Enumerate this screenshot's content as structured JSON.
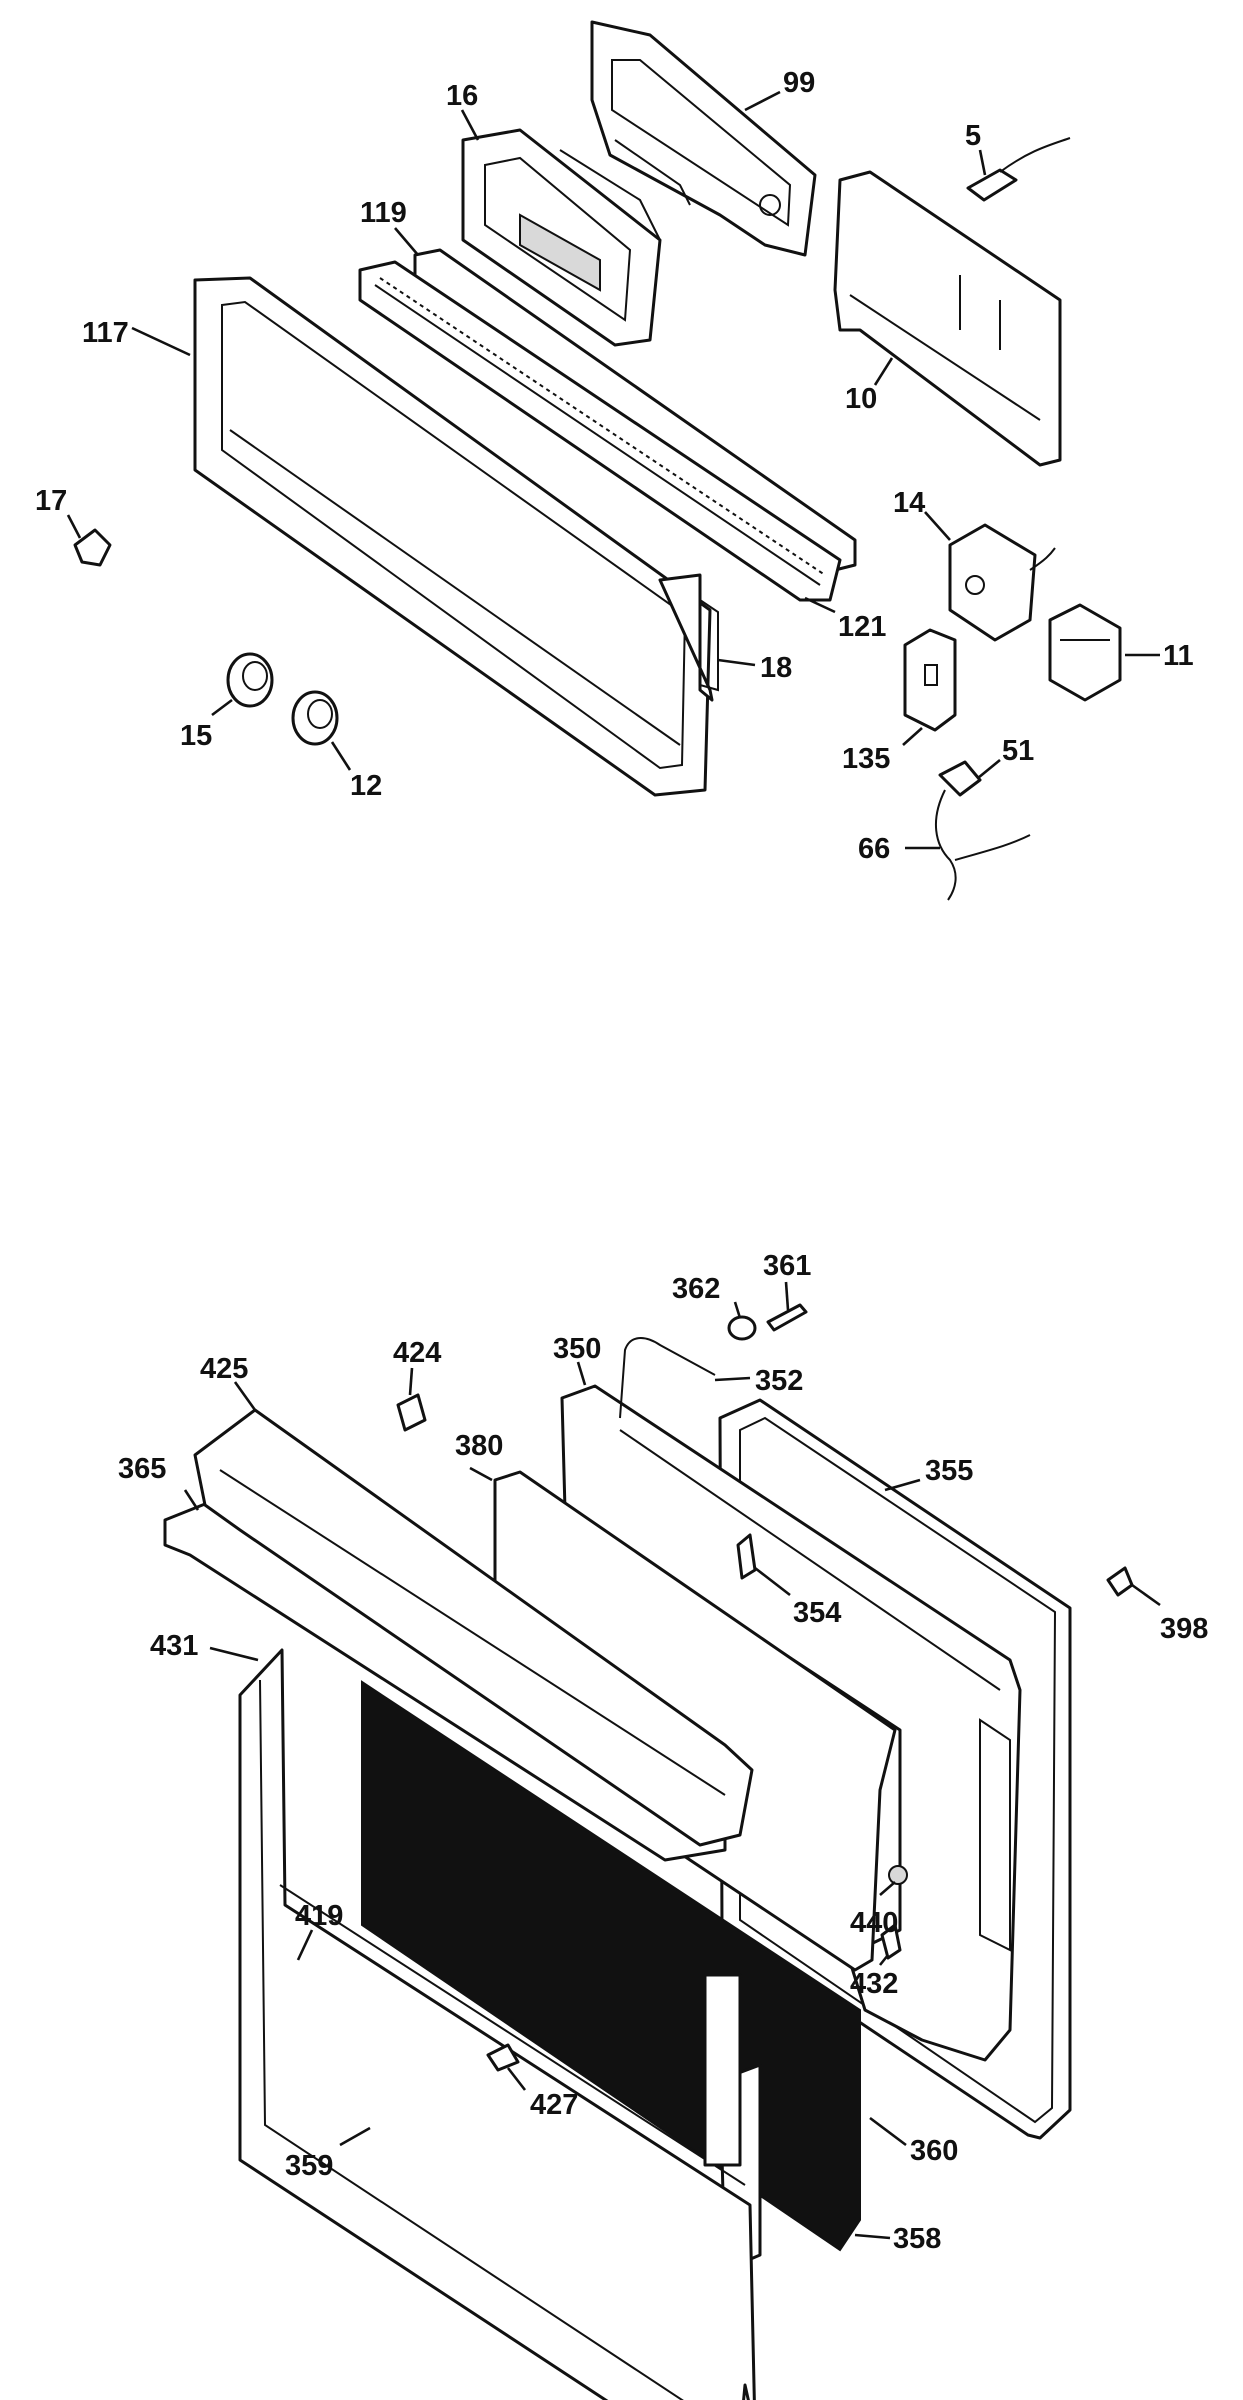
{
  "upper_assembly": {
    "callouts": [
      {
        "id": "c99",
        "label": "99"
      },
      {
        "id": "c5",
        "label": "5"
      },
      {
        "id": "c16",
        "label": "16"
      },
      {
        "id": "c119",
        "label": "119"
      },
      {
        "id": "c117",
        "label": "117"
      },
      {
        "id": "c10",
        "label": "10"
      },
      {
        "id": "c17",
        "label": "17"
      },
      {
        "id": "c14",
        "label": "14"
      },
      {
        "id": "c121",
        "label": "121"
      },
      {
        "id": "c11",
        "label": "11"
      },
      {
        "id": "c18",
        "label": "18"
      },
      {
        "id": "c15",
        "label": "15"
      },
      {
        "id": "c12",
        "label": "12"
      },
      {
        "id": "c135",
        "label": "135"
      },
      {
        "id": "c51",
        "label": "51"
      },
      {
        "id": "c66",
        "label": "66"
      }
    ]
  },
  "lower_assembly": {
    "callouts": [
      {
        "id": "c361",
        "label": "361"
      },
      {
        "id": "c362",
        "label": "362"
      },
      {
        "id": "c350",
        "label": "350"
      },
      {
        "id": "c352",
        "label": "352"
      },
      {
        "id": "c425",
        "label": "425"
      },
      {
        "id": "c424",
        "label": "424"
      },
      {
        "id": "c380",
        "label": "380"
      },
      {
        "id": "c355",
        "label": "355"
      },
      {
        "id": "c365",
        "label": "365"
      },
      {
        "id": "c354",
        "label": "354"
      },
      {
        "id": "c398",
        "label": "398"
      },
      {
        "id": "c431",
        "label": "431"
      },
      {
        "id": "c440",
        "label": "440"
      },
      {
        "id": "c432",
        "label": "432"
      },
      {
        "id": "c419",
        "label": "419"
      },
      {
        "id": "c427",
        "label": "427"
      },
      {
        "id": "c360",
        "label": "360"
      },
      {
        "id": "c359",
        "label": "359"
      },
      {
        "id": "c358",
        "label": "358"
      }
    ]
  }
}
